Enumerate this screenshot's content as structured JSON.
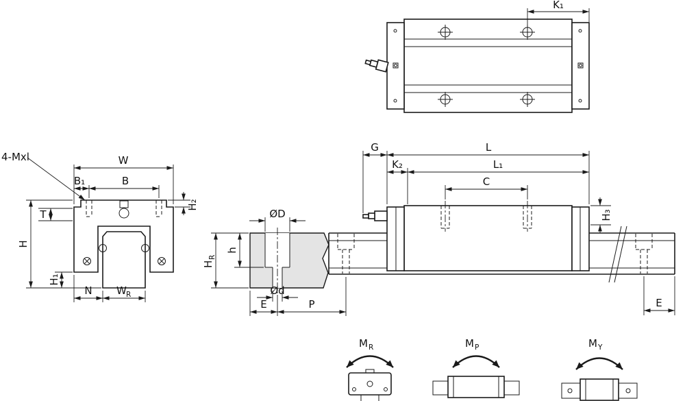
{
  "drawing": {
    "background": "#ffffff",
    "line_color": "#1a1a1a",
    "rail_fill": "#e4e4e4"
  },
  "labels": {
    "four_mxl": "4-Mxl",
    "k1": "K₁",
    "w": "W",
    "b1": "B₁",
    "b": "B",
    "t": "T",
    "h": "H",
    "h1": "H₁",
    "h2": "H₂",
    "n": "N",
    "wr_base": "W",
    "wr_sub": "R",
    "dia_big": "ØD",
    "dia_small": "Ød",
    "hole_depth": "h",
    "hr_base": "H",
    "hr_sub": "R",
    "e_left": "E",
    "p": "P",
    "g": "G",
    "l": "L",
    "l1": "L₁",
    "k2": "K₂",
    "c": "C",
    "h3": "H₃",
    "e_right": "E",
    "mr_base": "M",
    "mr_sub": "R",
    "mp_base": "M",
    "mp_sub": "P",
    "my_base": "M",
    "my_sub": "Y"
  }
}
